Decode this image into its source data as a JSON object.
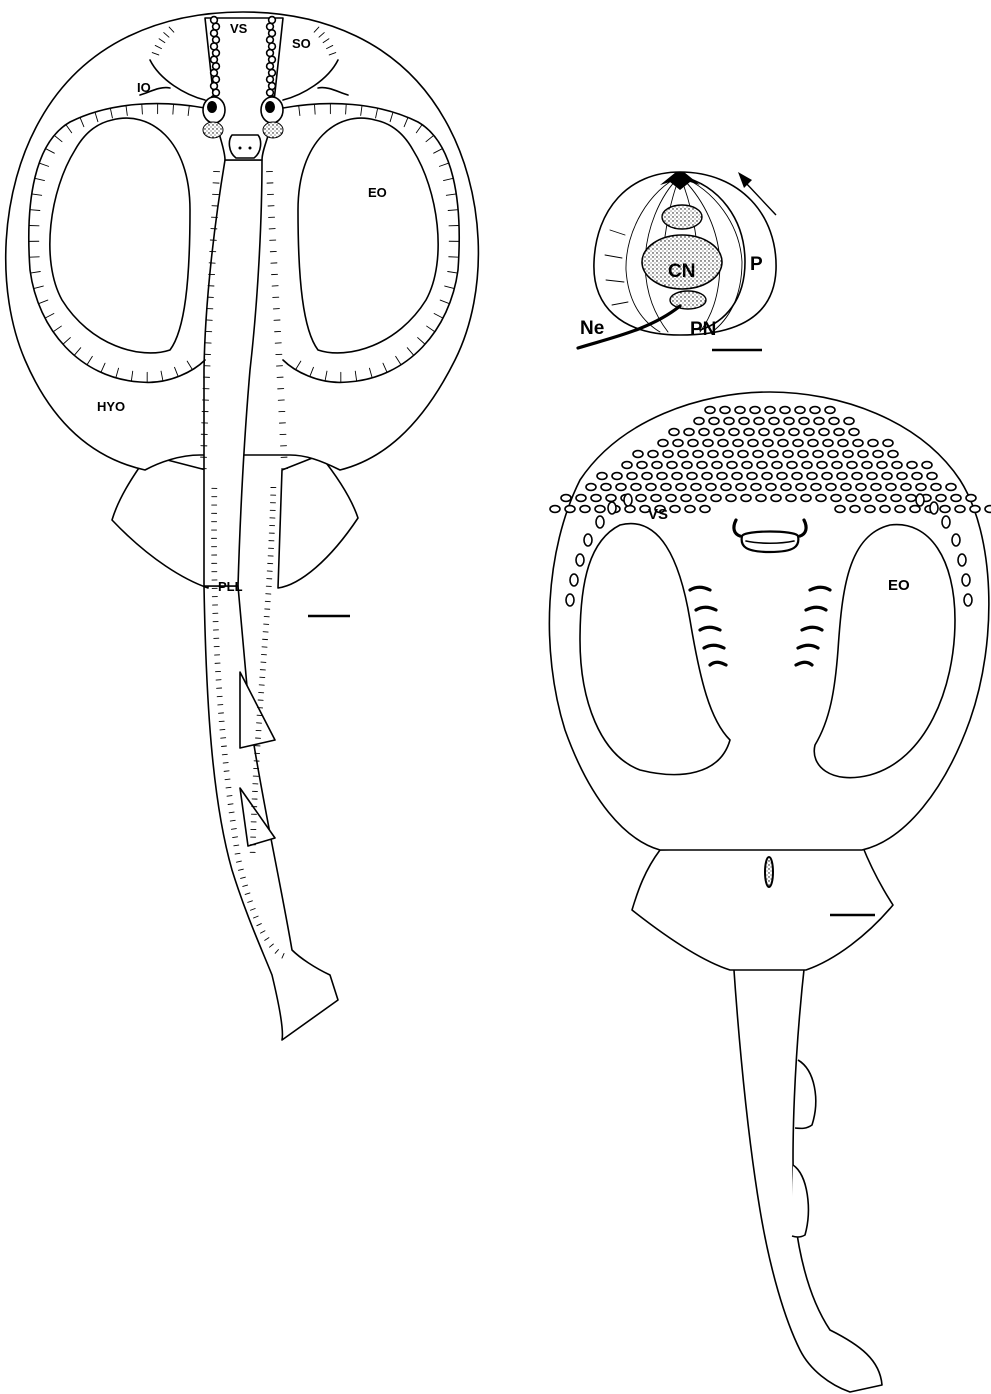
{
  "labels": {
    "vs": "VS",
    "so": "SO",
    "io": "IO",
    "eo": "EO",
    "hyo": "HYO",
    "pll": "PLL",
    "p": "P",
    "cn": "CN",
    "ne": "Ne",
    "pn": "PN"
  },
  "colors": {
    "ink": "#000000",
    "paper": "#ffffff"
  }
}
